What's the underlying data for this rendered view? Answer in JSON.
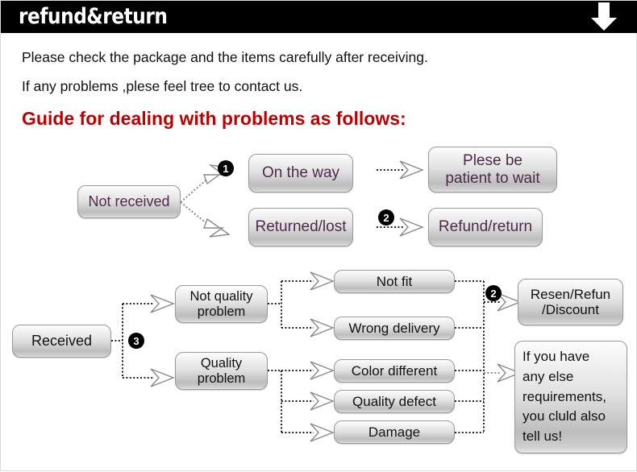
{
  "header": {
    "title": "refund&return",
    "arrow_icon": "arrow-down-icon"
  },
  "intro": {
    "line1": "Please check the package and the items carefully after receiving.",
    "line2": "If any problems ,plese feel tree to contact us.",
    "guide_heading": "Guide for dealing with problems as follows:"
  },
  "flow_top": {
    "nodes": [
      {
        "id": "not-received",
        "label": "Not received"
      },
      {
        "id": "on-the-way",
        "label": "On the way"
      },
      {
        "id": "returned-lost",
        "label": "Returned/lost"
      },
      {
        "id": "plese-be-patient",
        "label": "Plese be\npatient to wait"
      },
      {
        "id": "refund-return",
        "label": "Refund/return"
      }
    ],
    "badges": [
      {
        "id": "badge-1",
        "label": "1"
      },
      {
        "id": "badge-2",
        "label": "2"
      }
    ]
  },
  "flow_bottom": {
    "nodes": [
      {
        "id": "received",
        "label": "Received"
      },
      {
        "id": "not-quality-problem",
        "label": "Not quality\nproblem"
      },
      {
        "id": "quality-problem",
        "label": "Quality\nproblem"
      },
      {
        "id": "not-fit",
        "label": "Not fit"
      },
      {
        "id": "wrong-delivery",
        "label": "Wrong delivery"
      },
      {
        "id": "color-different",
        "label": "Color different"
      },
      {
        "id": "quality-defect",
        "label": "Quality defect"
      },
      {
        "id": "damage",
        "label": "Damage"
      },
      {
        "id": "resend-refund",
        "label": "Resen/Refun\n/Discount"
      },
      {
        "id": "tell-us",
        "label": "If you have\nany else\nrequirements,\nyou cluld also\ntell us!"
      }
    ],
    "badges": [
      {
        "id": "badge-3",
        "label": "3"
      },
      {
        "id": "badge-2b",
        "label": "2"
      }
    ]
  },
  "colors": {
    "header_bg": "#000000",
    "header_text": "#ffffff",
    "guide_red": "#c00000",
    "node_text_purple": "#4d2a4a",
    "node_text_black": "#111111",
    "body_text": "#111111"
  }
}
